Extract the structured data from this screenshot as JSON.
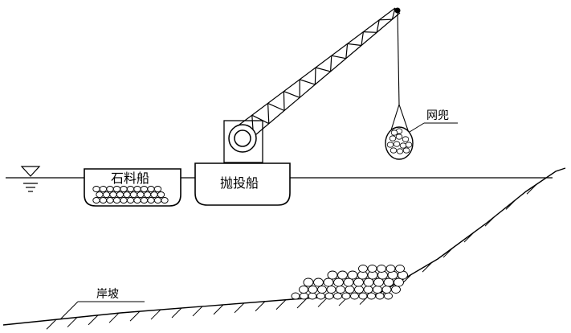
{
  "labels": {
    "stone_barge": "石料船",
    "dump_barge": "抛投船",
    "net_bag": "网兜",
    "bank_slope": "岸坡"
  }
}
